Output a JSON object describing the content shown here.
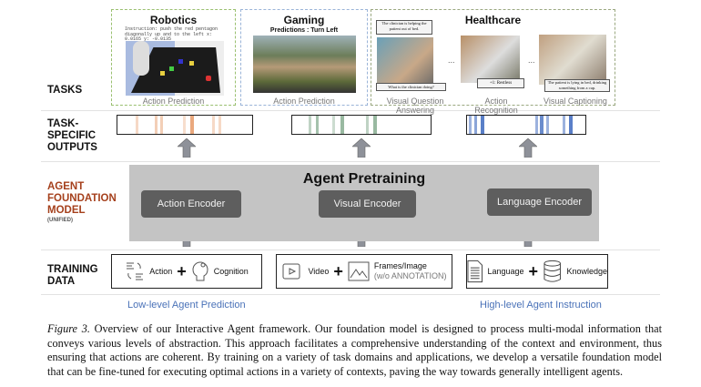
{
  "row_labels": {
    "tasks": "TASKS",
    "outputs": "TASK-\nSPECIFIC\nOUTPUTS",
    "foundation": "AGENT\nFOUNDATION\nMODEL",
    "unified": "(UNIFIED)",
    "training": "TRAINING\nDATA"
  },
  "tasks": {
    "robotics": {
      "title": "Robotics",
      "instruction": "Instruction: push the red pentagon diagonally up and to the left x: 0.0165 y: -0.0135",
      "caption": "Action Prediction"
    },
    "gaming": {
      "title": "Gaming",
      "subtitle": "Predictions : Turn Left",
      "caption": "Action Prediction"
    },
    "healthcare": {
      "title": "Healthcare",
      "vqa_answer": "The clinician is helping the patient out of bed.",
      "vqa_question": "What is the clinician doing?",
      "action_label": "+1: Restless",
      "caption_text": "The patient is lying in bed, drinking something from a cup.",
      "captions": [
        "Visual Question Answering",
        "Action Recognition",
        "Visual Captioning"
      ],
      "ellipsis": "..."
    }
  },
  "outputs": {
    "colors": {
      "action": "#e8a070",
      "visual": "#7fa88a",
      "language": "#5a7fc8"
    }
  },
  "model": {
    "title": "Agent Pretraining",
    "encoders": [
      "Action Encoder",
      "Visual Encoder",
      "Language Encoder"
    ],
    "block_color": "#c4c4c4",
    "encoder_color": "#5e5e5e"
  },
  "training": {
    "action": {
      "a": "Action",
      "b": "Cognition"
    },
    "visual": {
      "a": "Video",
      "b": "Frames/Image",
      "note": "(w/o ANNOTATION)"
    },
    "language": {
      "a": "Language",
      "b": "Knowledge"
    },
    "plus": "+"
  },
  "bottom": {
    "left": "Low-level Agent Prediction",
    "right": "High-level Agent Instruction"
  },
  "caption": {
    "label": "Figure 3.",
    "text": " Overview of our Interactive Agent framework. Our foundation model is designed to process multi-modal information that conveys various levels of abstraction. This approach facilitates a comprehensive understanding of the context and environment, thus ensuring that actions are coherent. By training on a variety of task domains and applications, we develop a versatile foundation model that can be fine-tuned for executing optimal actions in a variety of contexts, paving the way towards generally intelligent agents."
  }
}
